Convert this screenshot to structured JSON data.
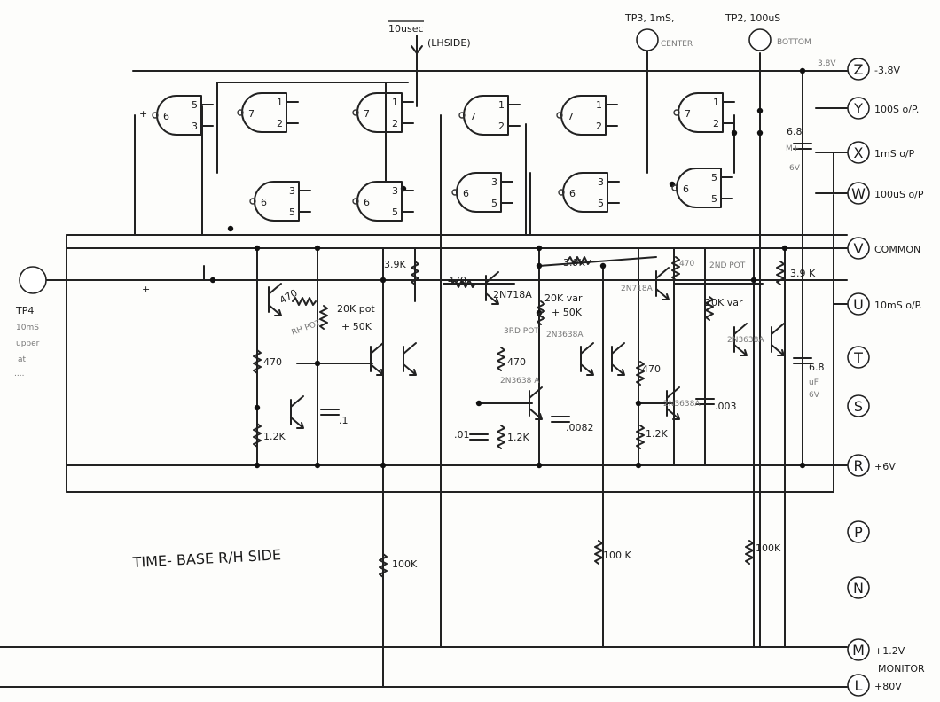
{
  "title": "TIME- BASE R/H SIDE",
  "top_labels": {
    "input_signal": "10usec",
    "input_side": "(LHSIDE)",
    "tp3": "TP3, 1mS,",
    "tp3_note": "CENTER",
    "tp2": "TP2, 100uS",
    "tp2_note": "BOTTOM",
    "rail_voltage": "3.8V"
  },
  "tp4": {
    "label": "TP4",
    "notes": [
      "10mS",
      "upper",
      "at",
      "...."
    ]
  },
  "connectors": [
    {
      "letter": "Z",
      "label": "-3.8V"
    },
    {
      "letter": "Y",
      "label": "100S o/P."
    },
    {
      "letter": "X",
      "label": "1mS o/P"
    },
    {
      "letter": "W",
      "label": "100uS o/P"
    },
    {
      "letter": "V",
      "label": "COMMON"
    },
    {
      "letter": "U",
      "label": "10mS o/P."
    },
    {
      "letter": "T",
      "label": ""
    },
    {
      "letter": "S",
      "label": ""
    },
    {
      "letter": "R",
      "label": "+6V"
    },
    {
      "letter": "P",
      "label": ""
    },
    {
      "letter": "N",
      "label": ""
    },
    {
      "letter": "M",
      "label": "+1.2V"
    },
    {
      "letter": "L",
      "label": "+80V"
    }
  ],
  "monitor_label": "MONITOR",
  "gates": [
    {
      "in": "6",
      "o1": "5",
      "o2": "3"
    },
    {
      "in": "7",
      "o1": "1",
      "o2": "2"
    },
    {
      "in": "7",
      "o1": "1",
      "o2": "2"
    },
    {
      "in": "7",
      "o1": "1",
      "o2": "2"
    },
    {
      "in": "7",
      "o1": "1",
      "o2": "2"
    },
    {
      "in": "7",
      "o1": "1",
      "o2": "2"
    },
    {
      "in": "6",
      "o1": "3",
      "o2": "5"
    },
    {
      "in": "6",
      "o1": "3",
      "o2": "5"
    },
    {
      "in": "6",
      "o1": "3",
      "o2": "5"
    },
    {
      "in": "6",
      "o1": "3",
      "o2": "5"
    },
    {
      "in": "6",
      "o1": "5",
      "o2": "5"
    }
  ],
  "components": {
    "r470_a": "470",
    "pot1_value": "20K pot",
    "pot1_extra": "+ 50K",
    "pot1_name": "RH POT",
    "r3k9_a": "3.9K",
    "r470_b": "470",
    "r1k2_a": "1.2K",
    "c_a": ".1",
    "r470_c": "470",
    "q_2n718a_a": "2N718A",
    "r3k9_b": "3.9K",
    "pot2_value": "20K var",
    "pot2_extra": "+ 50K",
    "pot2_name": "3RD POT",
    "q_2n3638a_a": "2N3638A",
    "r470_d": "470",
    "q_2n3638a_b": "2N3638 A",
    "c_b": ".01",
    "r1k2_b": "1.2K",
    "c_c": ".0082",
    "q_2n718a_b": "2N718A",
    "r470_e": "470",
    "pot3_name": "2ND POT",
    "pot3_value": "20K var",
    "r470_f": "470",
    "q_2n3638a_c": "2N3638A",
    "c_d": ".003",
    "r1k2_c": "1.2K",
    "q_2n3638a_d": "2N3638A",
    "r3k9_c": "3.9 K",
    "c_e_value": "6.8",
    "c_e_unit": "uF",
    "c_e_volt": "6V",
    "c_f_value": "6.8",
    "c_f_unit": "M+",
    "c_f_volt": "6V",
    "plus_mark": "+",
    "r100k_a": "100K",
    "r100k_b": "100 K",
    "r100k_c": "100K"
  }
}
